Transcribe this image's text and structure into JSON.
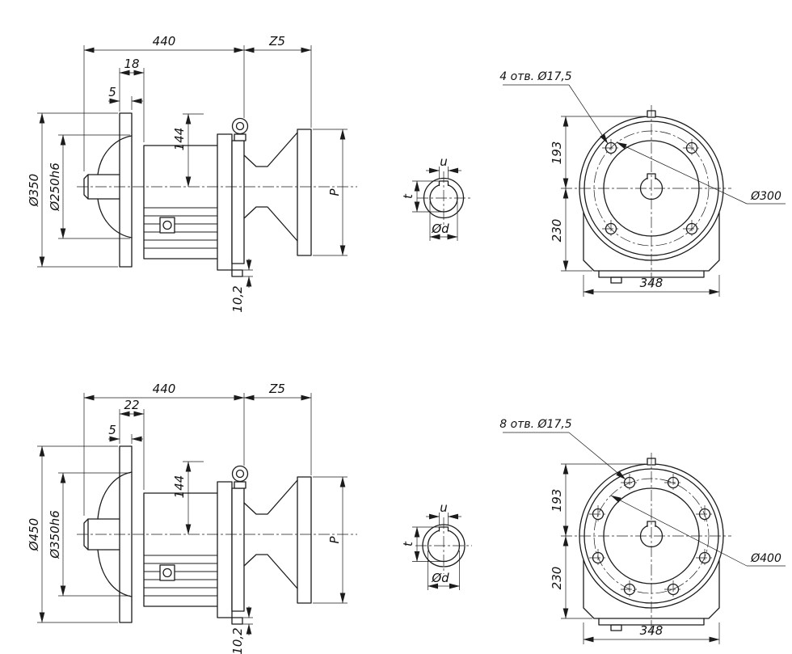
{
  "top": {
    "side": {
      "length": "440",
      "z": "Z5",
      "hub": "18",
      "flange_thickness": "5",
      "center_height": "144",
      "flange_dia": "Ø350",
      "spigot_dia": "Ø250h6",
      "key_depth": "10,2",
      "p": "P"
    },
    "section": {
      "key_width": "u",
      "key_t": "t",
      "shaft_dia": "Ød"
    },
    "front": {
      "holes_note": "4 отв. Ø17,5",
      "upper": "193",
      "lower": "230",
      "bolt_circle": "Ø300",
      "base_width": "348"
    }
  },
  "bottom": {
    "side": {
      "length": "440",
      "z": "Z5",
      "hub": "22",
      "flange_thickness": "5",
      "center_height": "144",
      "flange_dia": "Ø450",
      "spigot_dia": "Ø350h6",
      "key_depth": "10,2",
      "p": "P"
    },
    "section": {
      "key_width": "u",
      "key_t": "t",
      "shaft_dia": "Ød"
    },
    "front": {
      "holes_note": "8 отв. Ø17,5",
      "upper": "193",
      "lower": "230",
      "bolt_circle": "Ø400",
      "base_width": "348"
    }
  }
}
